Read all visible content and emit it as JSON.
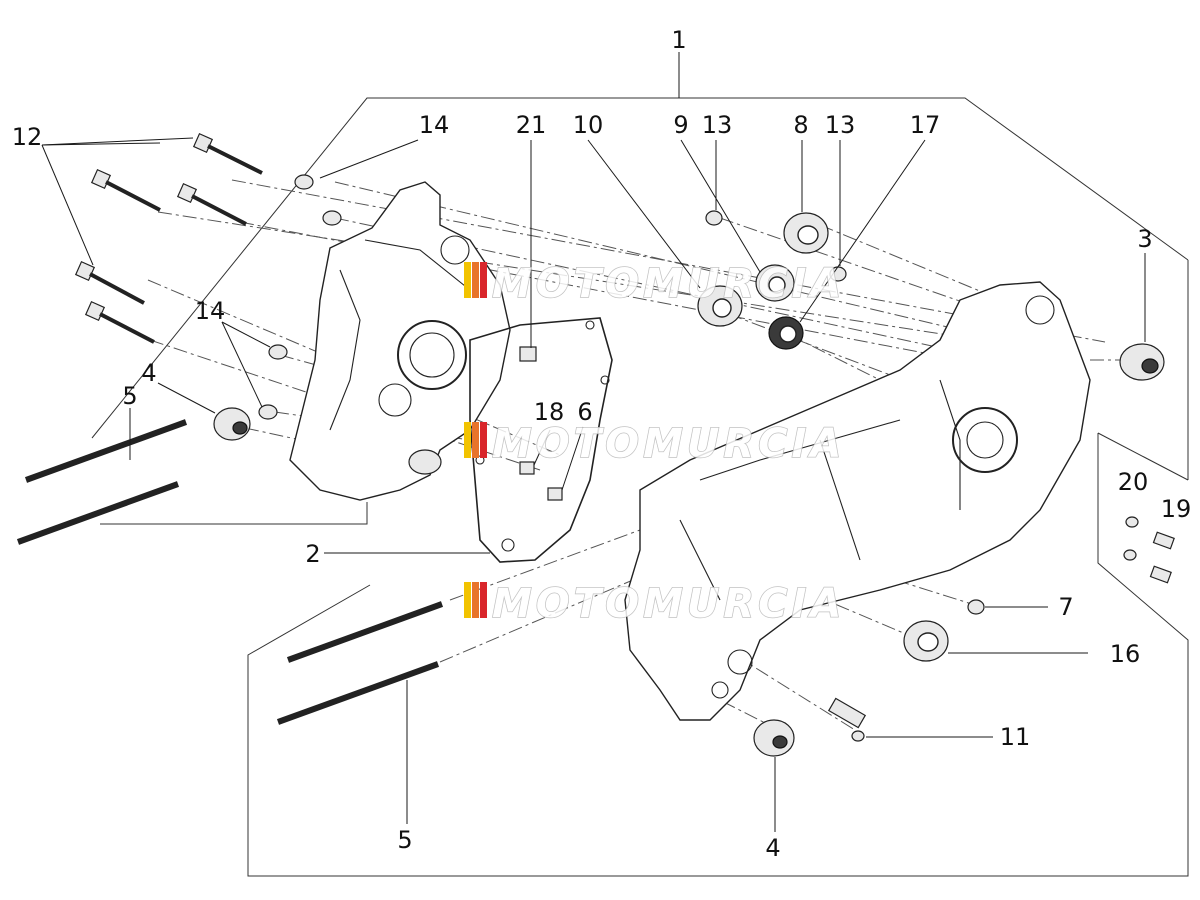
{
  "diagram": {
    "callouts": [
      {
        "id": "c1",
        "text": "1"
      },
      {
        "id": "c2",
        "text": "2"
      },
      {
        "id": "c3",
        "text": "3"
      },
      {
        "id": "c4a",
        "text": "4"
      },
      {
        "id": "c4b",
        "text": "4"
      },
      {
        "id": "c5a",
        "text": "5"
      },
      {
        "id": "c5b",
        "text": "5"
      },
      {
        "id": "c6",
        "text": "6"
      },
      {
        "id": "c7",
        "text": "7"
      },
      {
        "id": "c8",
        "text": "8"
      },
      {
        "id": "c9",
        "text": "9"
      },
      {
        "id": "c10",
        "text": "10"
      },
      {
        "id": "c11",
        "text": "11"
      },
      {
        "id": "c12",
        "text": "12"
      },
      {
        "id": "c13a",
        "text": "13"
      },
      {
        "id": "c13b",
        "text": "13"
      },
      {
        "id": "c14a",
        "text": "14"
      },
      {
        "id": "c14b",
        "text": "14"
      },
      {
        "id": "c16",
        "text": "16"
      },
      {
        "id": "c17",
        "text": "17"
      },
      {
        "id": "c18",
        "text": "18"
      },
      {
        "id": "c19",
        "text": "19"
      },
      {
        "id": "c20",
        "text": "20"
      },
      {
        "id": "c21",
        "text": "21"
      }
    ]
  },
  "watermark": {
    "text": "MOTOMURCIA",
    "colors": {
      "stripe_yellow": "#f2c300",
      "stripe_orange": "#e8742a",
      "stripe_red": "#d9262b"
    }
  }
}
